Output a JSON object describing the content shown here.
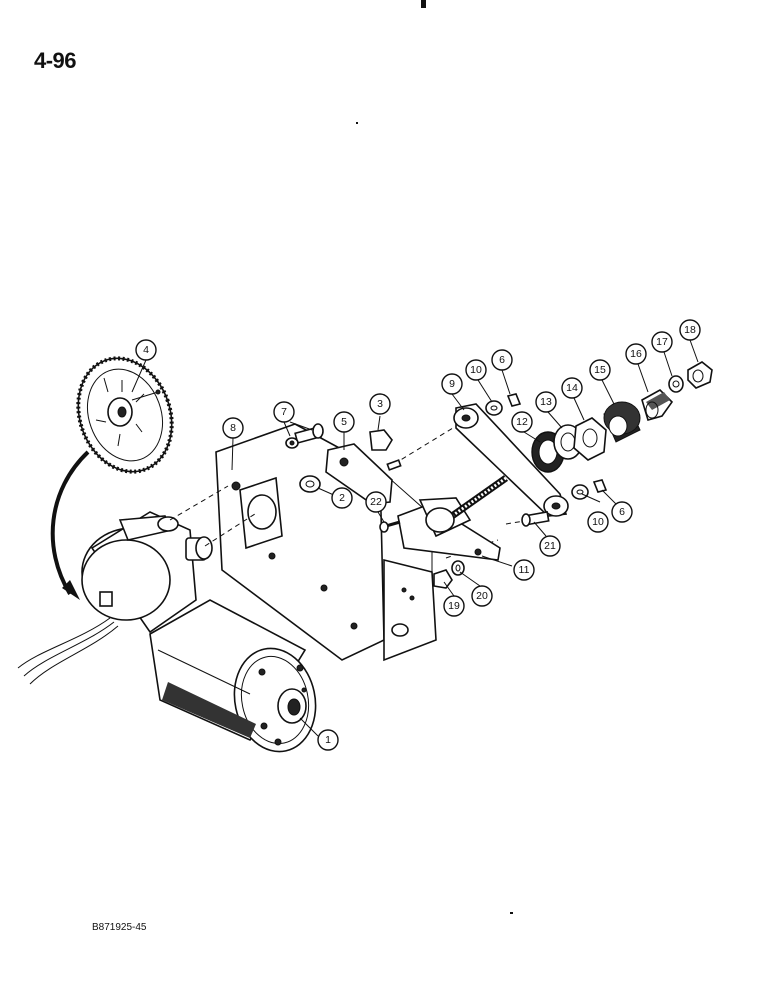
{
  "page": {
    "number": "4-96",
    "figure_code": "B871925-45"
  },
  "callouts": [
    {
      "id": "c1",
      "label": "1"
    },
    {
      "id": "c2",
      "label": "2"
    },
    {
      "id": "c3",
      "label": "3"
    },
    {
      "id": "c4",
      "label": "4"
    },
    {
      "id": "c5",
      "label": "5"
    },
    {
      "id": "c6a",
      "label": "6"
    },
    {
      "id": "c6b",
      "label": "6"
    },
    {
      "id": "c7",
      "label": "7"
    },
    {
      "id": "c8",
      "label": "8"
    },
    {
      "id": "c9",
      "label": "9"
    },
    {
      "id": "c10a",
      "label": "10"
    },
    {
      "id": "c10b",
      "label": "10"
    },
    {
      "id": "c11",
      "label": "11"
    },
    {
      "id": "c12",
      "label": "12"
    },
    {
      "id": "c13",
      "label": "13"
    },
    {
      "id": "c14",
      "label": "14"
    },
    {
      "id": "c15",
      "label": "15"
    },
    {
      "id": "c16",
      "label": "16"
    },
    {
      "id": "c17",
      "label": "17"
    },
    {
      "id": "c18",
      "label": "18"
    },
    {
      "id": "c19",
      "label": "19"
    },
    {
      "id": "c20",
      "label": "20"
    },
    {
      "id": "c21",
      "label": "21"
    },
    {
      "id": "c22",
      "label": "22"
    }
  ]
}
